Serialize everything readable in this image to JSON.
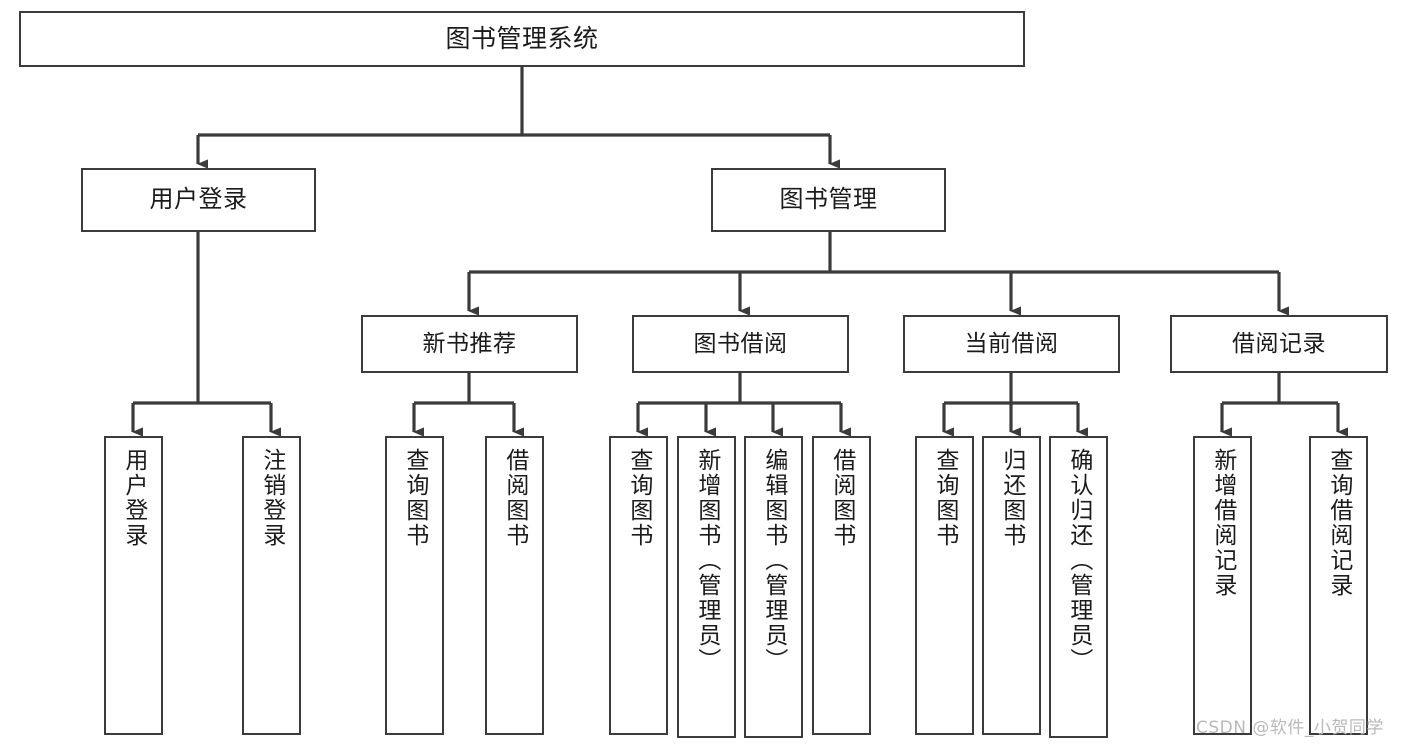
{
  "diagram": {
    "title": "图书管理系统",
    "watermark": "CSDN @软件_小贺同学",
    "line_color": "#3b3b3b",
    "background_color": "#ffffff",
    "text_color": "#1b1b1b",
    "watermark_color": "#b9b9b9"
  },
  "nodes": {
    "root": {
      "label": "图书管理系统"
    },
    "branch_login": {
      "label": "用户登录"
    },
    "branch_books": {
      "label": "图书管理"
    },
    "sub_newbook": {
      "label": "新书推荐"
    },
    "sub_borrow": {
      "label": "图书借阅"
    },
    "sub_current": {
      "label": "当前借阅"
    },
    "sub_record": {
      "label": "借阅记录"
    },
    "leaf_login_1": {
      "label": "用户登录"
    },
    "leaf_login_2": {
      "label": "注销登录"
    },
    "leaf_newbook_1": {
      "label": "查询图书"
    },
    "leaf_newbook_2": {
      "label": "借阅图书"
    },
    "leaf_borrow_1": {
      "label": "查询图书"
    },
    "leaf_borrow_2": {
      "label": "新增图书（管理员）"
    },
    "leaf_borrow_3": {
      "label": "编辑图书（管理员）"
    },
    "leaf_borrow_4": {
      "label": "借阅图书"
    },
    "leaf_current_1": {
      "label": "查询图书"
    },
    "leaf_current_2": {
      "label": "归还图书"
    },
    "leaf_current_3": {
      "label": "确认归还（管理员）"
    },
    "leaf_record_1": {
      "label": "新增借阅记录"
    },
    "leaf_record_2": {
      "label": "查询借阅记录"
    }
  },
  "chart_data": {
    "type": "tree-diagram",
    "title": "图书管理系统",
    "orientation": "top-down",
    "levels": 4,
    "tree": {
      "label": "图书管理系统",
      "children": [
        {
          "label": "用户登录",
          "children": [
            {
              "label": "用户登录",
              "children": []
            },
            {
              "label": "注销登录",
              "children": []
            }
          ]
        },
        {
          "label": "图书管理",
          "children": [
            {
              "label": "新书推荐",
              "children": [
                {
                  "label": "查询图书",
                  "children": []
                },
                {
                  "label": "借阅图书",
                  "children": []
                }
              ]
            },
            {
              "label": "图书借阅",
              "children": [
                {
                  "label": "查询图书",
                  "children": []
                },
                {
                  "label": "新增图书（管理员）",
                  "children": []
                },
                {
                  "label": "编辑图书（管理员）",
                  "children": []
                },
                {
                  "label": "借阅图书",
                  "children": []
                }
              ]
            },
            {
              "label": "当前借阅",
              "children": [
                {
                  "label": "查询图书",
                  "children": []
                },
                {
                  "label": "归还图书",
                  "children": []
                },
                {
                  "label": "确认归还（管理员）",
                  "children": []
                }
              ]
            },
            {
              "label": "借阅记录",
              "children": [
                {
                  "label": "新增借阅记录",
                  "children": []
                },
                {
                  "label": "查询借阅记录",
                  "children": []
                }
              ]
            }
          ]
        }
      ]
    }
  }
}
